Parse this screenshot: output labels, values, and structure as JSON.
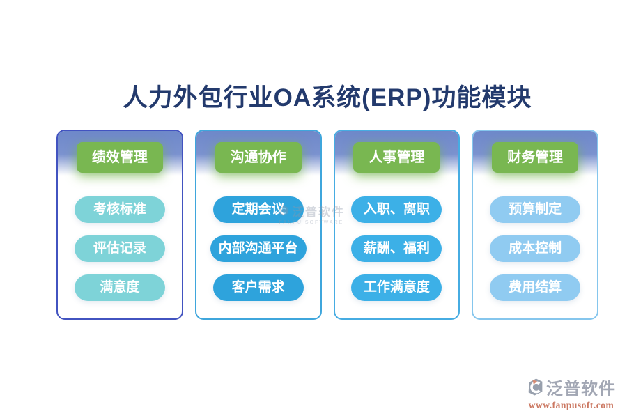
{
  "title": "人力外包行业OA系统(ERP)功能模块",
  "colors": {
    "title_text": "#233a6d",
    "header_band": "#6e88c9",
    "badge_green": "#79b751",
    "background": "#ffffff"
  },
  "modules": [
    {
      "name": "绩效管理",
      "border_color": "#4253c0",
      "pill_color": "#7ed3d8",
      "items": [
        "考核标准",
        "评估记录",
        "满意度"
      ]
    },
    {
      "name": "沟通协作",
      "border_color": "#3fa6dc",
      "pill_color": "#2ea3dc",
      "items": [
        "定期会议",
        "内部沟通平台",
        "客户需求"
      ]
    },
    {
      "name": "人事管理",
      "border_color": "#46ace2",
      "pill_color": "#3cb0e7",
      "items": [
        "入职、离职",
        "薪酬、福利",
        "工作满意度"
      ]
    },
    {
      "name": "财务管理",
      "border_color": "#85c6ed",
      "pill_color": "#90cbf1",
      "items": [
        "预算制定",
        "成本控制",
        "费用结算"
      ]
    }
  ],
  "watermark": {
    "brand": "泛普软件",
    "subtitle": "FANPU SOFTWARE"
  },
  "footer": {
    "brand": "泛普软件",
    "url": "www.fanpusoft.com"
  }
}
